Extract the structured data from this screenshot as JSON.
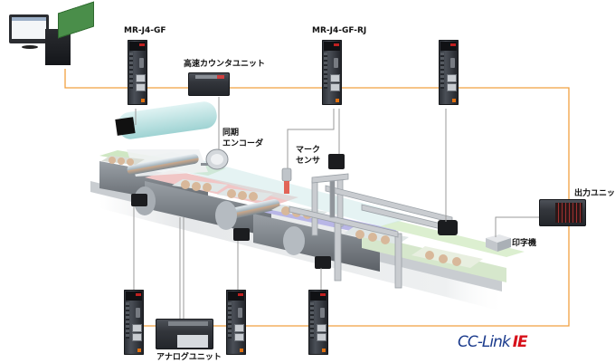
{
  "diagram": {
    "title": "CC-Link IE network system configuration",
    "network_color": "#f0a040",
    "signal_line_color": "#9a9a9a",
    "labels": {
      "servo_amp_gf": "MR-J4-GF",
      "servo_amp_gf_rj": "MR-J4-GF-RJ",
      "high_speed_counter_unit": "高速カウンタユニット",
      "sync_encoder_line1": "同期",
      "sync_encoder_line2": "エンコーダ",
      "mark_sensor_line1": "マーク",
      "mark_sensor_line2": "センサ",
      "output_unit": "出力ユニット",
      "printer": "印字機",
      "analog_unit": "アナログユニット"
    },
    "logo": {
      "text_main": "CC-Link",
      "text_accent": "IE",
      "main_color": "#1a3a8c",
      "accent_color": "#d7101a"
    },
    "nodes": [
      {
        "id": "pc-controller",
        "type": "PC with motion board"
      },
      {
        "id": "amp-top-1",
        "type": "servo amplifier",
        "label": "MR-J4-GF"
      },
      {
        "id": "counter-unit",
        "type": "I/O unit",
        "label": "高速カウンタユニット"
      },
      {
        "id": "amp-top-2",
        "type": "servo amplifier",
        "label": "MR-J4-GF-RJ"
      },
      {
        "id": "amp-top-3",
        "type": "servo amplifier"
      },
      {
        "id": "output-unit",
        "type": "I/O unit",
        "label": "出力ユニット"
      },
      {
        "id": "amp-bottom-3",
        "type": "servo amplifier"
      },
      {
        "id": "amp-bottom-2",
        "type": "servo amplifier"
      },
      {
        "id": "analog-unit",
        "type": "I/O unit",
        "label": "アナログユニット"
      },
      {
        "id": "amp-bottom-1",
        "type": "servo amplifier"
      }
    ]
  }
}
